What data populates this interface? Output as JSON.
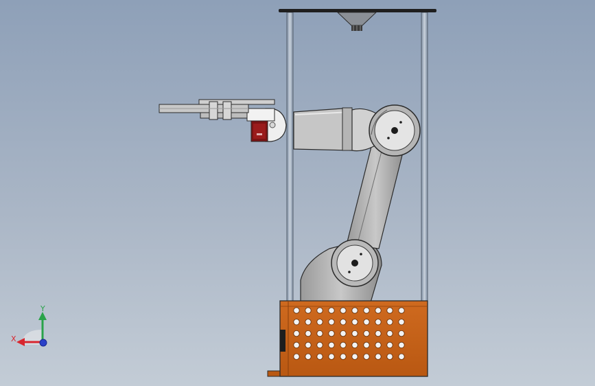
{
  "viewport": {
    "background_top": "#8ea0b8",
    "background_bottom": "#c3ccd6"
  },
  "model": {
    "base_box_color": "#c8621a",
    "hole_rows": 5,
    "hole_cols": 10
  },
  "triad": {
    "x_label": "X",
    "y_label": "Y",
    "x_color": "#d8262e",
    "y_color": "#2aa34a",
    "z_color": "#2a40c8"
  }
}
